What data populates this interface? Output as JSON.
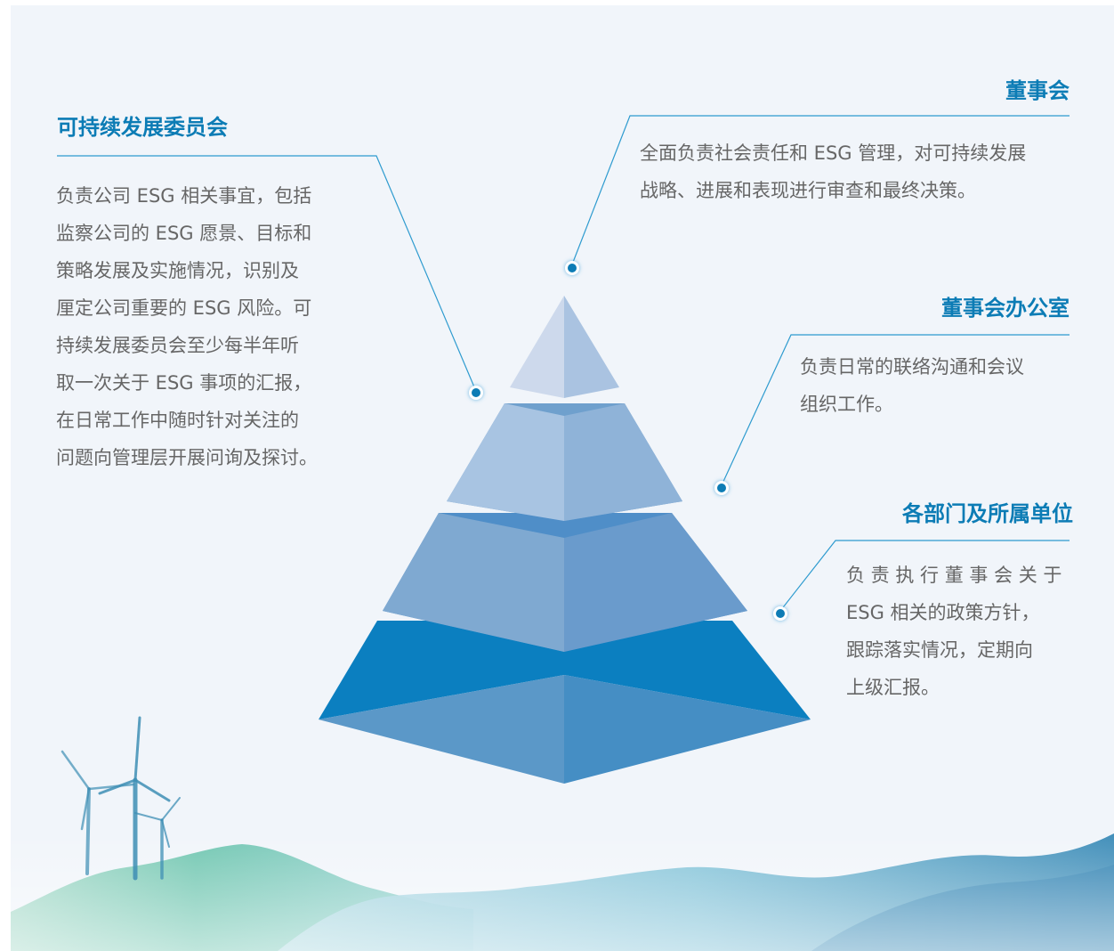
{
  "sections": {
    "committee": {
      "title": "可持续发展委员会",
      "lines": [
        "负责公司 ESG 相关事宜，包括",
        "监察公司的 ESG 愿景、目标和",
        "策略发展及实施情况，识别及",
        "厘定公司重要的 ESG 风险。可",
        "持续发展委员会至少每半年听",
        "取一次关于 ESG 事项的汇报，",
        "在日常工作中随时针对关注的",
        "问题向管理层开展问询及探讨。"
      ]
    },
    "board": {
      "title": "董事会",
      "lines": [
        "全面负责社会责任和 ESG 管理，对可持续发展",
        "战略、进展和表现进行审查和最终决策。"
      ]
    },
    "office": {
      "title": "董事会办公室",
      "lines": [
        "负责日常的联络沟通和会议",
        "组织工作。"
      ]
    },
    "departments": {
      "title": "各部门及所属单位",
      "lines": [
        "负 责 执 行 董 事 会 关 于",
        "ESG 相关的政策方针，",
        "跟踪落实情况，定期向",
        "上级汇报。"
      ]
    }
  },
  "colors": {
    "title": "#0c7cb5",
    "body_text": "#666666",
    "background": "#f1f5fa",
    "leader_line": "#2e9bcf",
    "pyramid_tier1": [
      "#cdd9ec",
      "#aac3e1"
    ],
    "pyramid_tier2": [
      "#a8c4e2",
      "#8fb3d8",
      "#6fa0cd"
    ],
    "pyramid_tier3": [
      "#7fa9d1",
      "#6a9bcc",
      "#4f8ec8"
    ],
    "pyramid_tier4": [
      "#5b98c8",
      "#458ec4",
      "#0b7fc0"
    ]
  },
  "decorations": [
    "wind-turbine",
    "watercolor-hills"
  ]
}
